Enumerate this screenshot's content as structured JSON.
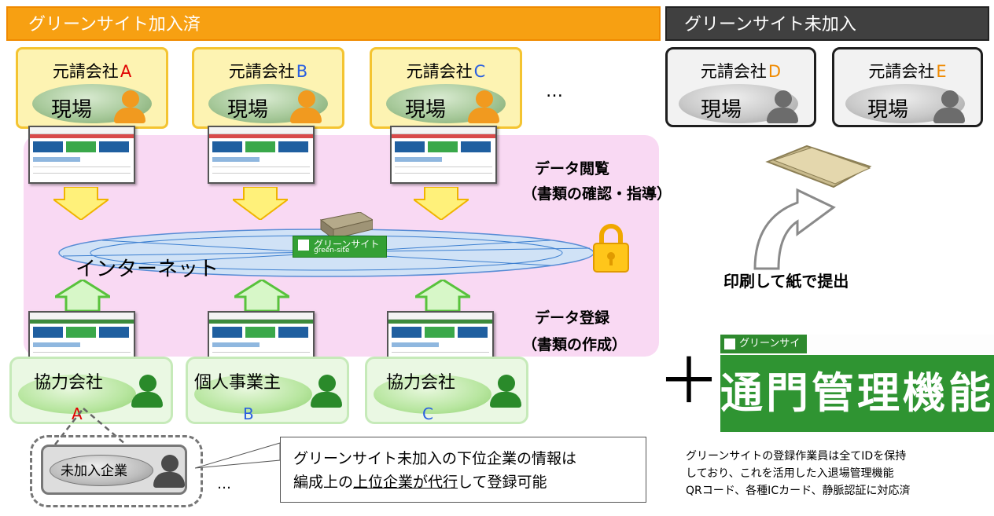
{
  "header": {
    "joined": "グリーンサイト加入済",
    "not_joined": "グリーンサイト未加入"
  },
  "prime_contractors": [
    {
      "name": "元請会社",
      "letter": "A",
      "letter_color": "#e00000",
      "site": "現場"
    },
    {
      "name": "元請会社",
      "letter": "B",
      "letter_color": "#2a5fe0",
      "site": "現場"
    },
    {
      "name": "元請会社",
      "letter": "C",
      "letter_color": "#2a5fe0",
      "site": "現場"
    },
    {
      "name": "元請会社",
      "letter": "D",
      "letter_color": "#f08a00",
      "site": "現場"
    },
    {
      "name": "元請会社",
      "letter": "E",
      "letter_color": "#f08a00",
      "site": "現場"
    }
  ],
  "ellipsis": "…",
  "view": {
    "line1": "データ閲覧",
    "line2": "（書類の確認・指導）"
  },
  "register": {
    "line1": "データ登録",
    "line2": "（書類の作成）"
  },
  "internet_label": "インターネット",
  "logo_text": "グリーンサイト",
  "logo_sub": "green-site",
  "print_submit": "印刷して紙で提出",
  "subcontractors": [
    {
      "name": "協力会社",
      "letter": "A",
      "letter_color": "#e00000"
    },
    {
      "name": "個人事業主",
      "letter": "B",
      "letter_color": "#2a5fe0"
    },
    {
      "name": "協力会社",
      "letter": "C",
      "letter_color": "#2a5fe0"
    }
  ],
  "unjoined_company": "未加入企業",
  "callout": {
    "line1": "グリーンサイト未加入の下位企業の情報は",
    "line2_pre": "編成上の",
    "line2_underlined": "上位企業が代行",
    "line2_post": "して登録可能"
  },
  "plus_sign": "＋",
  "gate": {
    "logo": "グリーンサイト",
    "title": "通門管理機能",
    "desc_lines": [
      "グリーンサイトの登録作業員は全てIDを保持",
      "しており、これを活用した入退場管理機能",
      "QRコード、各種ICカード、静脈認証に対応済"
    ]
  },
  "colors": {
    "orange_bar": "#f7a012",
    "dark_bar": "#404040",
    "pink_area": "#f9d9f3",
    "green_brand": "#2f9432"
  }
}
